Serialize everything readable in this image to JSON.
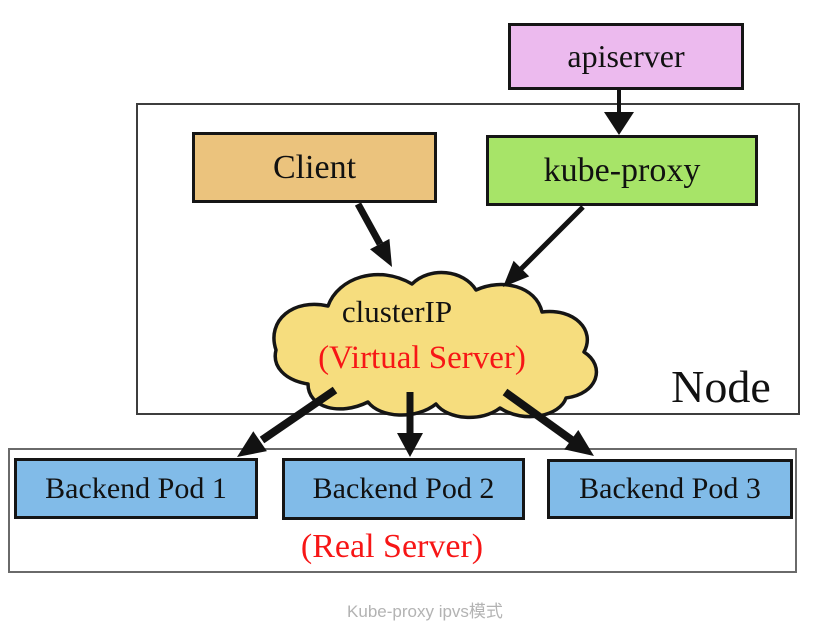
{
  "diagram": {
    "caption": "Kube-proxy ipvs模式",
    "apiserver": {
      "label": "apiserver",
      "fill": "#ecbaee"
    },
    "client": {
      "label": "Client",
      "fill": "#ebc37d"
    },
    "kube_proxy": {
      "label": "kube-proxy",
      "fill": "#a7e468"
    },
    "cluster_ip": {
      "label": "clusterIP",
      "sublabel": "(Virtual Server)",
      "fill": "#f6dd7e"
    },
    "node_container": {
      "label": "Node"
    },
    "pods": [
      {
        "label": "Backend Pod 1"
      },
      {
        "label": "Backend Pod 2"
      },
      {
        "label": "Backend Pod 3"
      }
    ],
    "pod_fill": "#81bbe8",
    "real_server": {
      "label": "(Real Server)"
    },
    "colors": {
      "red_text": "#f71616",
      "caption_gray": "#b3b3b3",
      "arrow_black": "#121212",
      "border_black": "#151515"
    },
    "edges": [
      {
        "from": "apiserver",
        "to": "kube-proxy"
      },
      {
        "from": "Client",
        "to": "clusterIP (Virtual Server)"
      },
      {
        "from": "kube-proxy",
        "to": "clusterIP (Virtual Server)"
      },
      {
        "from": "clusterIP (Virtual Server)",
        "to": "Backend Pod 1"
      },
      {
        "from": "clusterIP (Virtual Server)",
        "to": "Backend Pod 2"
      },
      {
        "from": "clusterIP (Virtual Server)",
        "to": "Backend Pod 3"
      }
    ]
  }
}
